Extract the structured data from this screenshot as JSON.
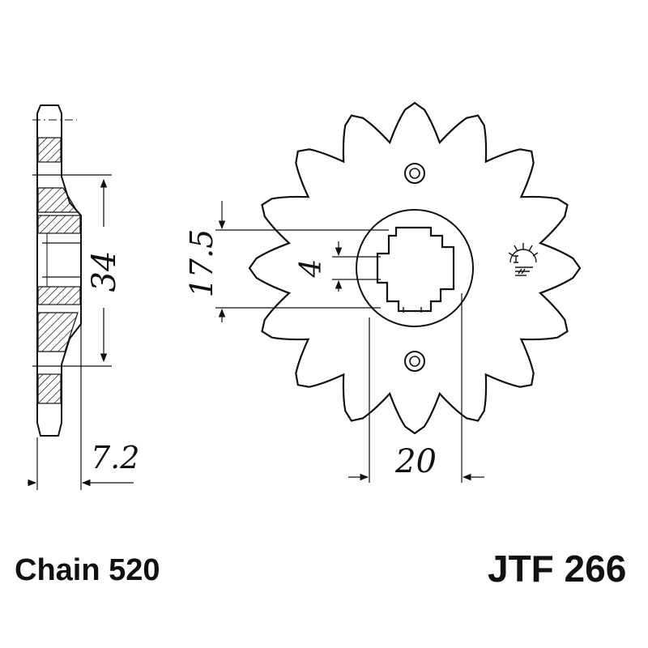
{
  "part": {
    "chain_label": "Chain 520",
    "part_number": "JTF 266"
  },
  "sprocket": {
    "teeth": 16
  },
  "dimensions": {
    "bore_diameter": "34",
    "hub_thickness": "7.2",
    "spline_height": "17.5",
    "key_width": "4",
    "bolt_spacing": "20"
  },
  "colors": {
    "ink": "#111111",
    "paper": "#ffffff"
  }
}
